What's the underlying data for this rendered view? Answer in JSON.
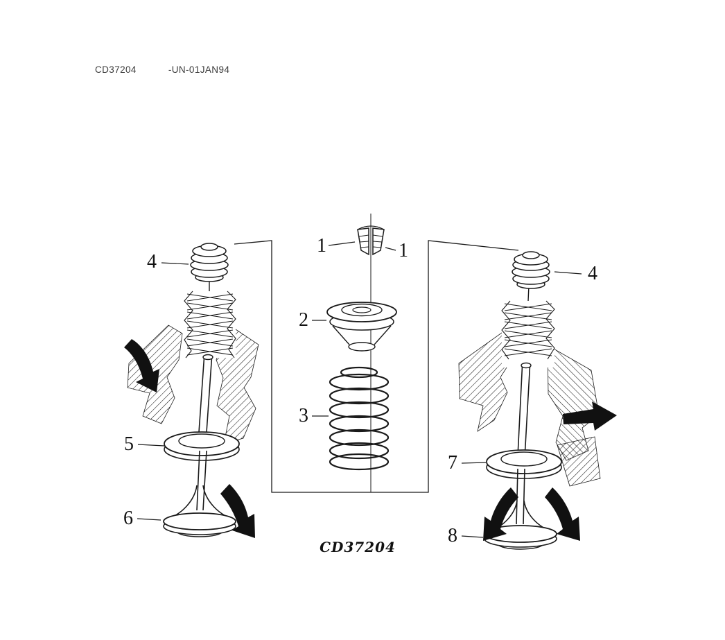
{
  "colors": {
    "ink": "#1a1a1a",
    "background": "#ffffff"
  },
  "header": {
    "doc_id": "CD37204",
    "revision": "-UN-01JAN94"
  },
  "figure": {
    "caption": "CD37204"
  },
  "callouts": {
    "n1_left": "1",
    "n1_right": "1",
    "n2": "2",
    "n3": "3",
    "n4_left": "4",
    "n4_right": "4",
    "n5": "5",
    "n6": "6",
    "n7": "7",
    "n8": "8"
  }
}
